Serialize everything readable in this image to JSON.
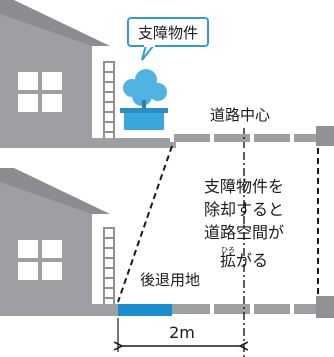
{
  "top_panel": {
    "callout_label": "支障物件",
    "road_center_label": "道路中心"
  },
  "bottom_panel": {
    "explanation_lines": [
      "支障物件を",
      "除却すると",
      "道路空間が",
      "拡がる"
    ],
    "ruby_text": "ひろ",
    "setback_label": "後退用地",
    "distance_label": "2m"
  },
  "colors": {
    "house_gray": "#9d9fa2",
    "window_gray": "#ffffff",
    "wall_gray": "#8f9194",
    "callout_blue": "#2a9fd6",
    "tree_blue": "#4fb3e3",
    "planter_blue": "#3aa7dc",
    "setback_blue": "#1890cf",
    "text": "#1a1a1a"
  }
}
